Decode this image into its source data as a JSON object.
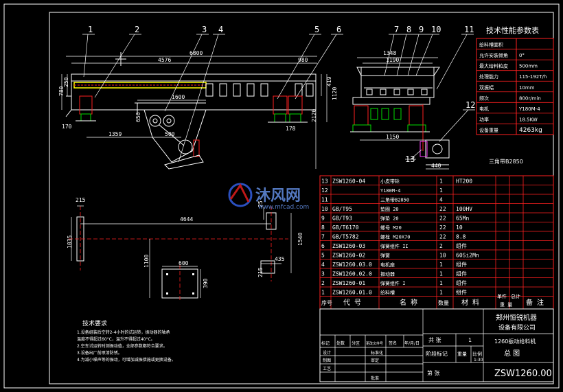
{
  "balloons": [
    "1",
    "2",
    "3",
    "4",
    "5",
    "6",
    "7",
    "8",
    "9",
    "10",
    "11",
    "12",
    "13"
  ],
  "dims": {
    "top_total": "6800",
    "top_span": "4576",
    "top_right": "980",
    "left_h1": "780",
    "left_h2": "250",
    "mid_1600": "1600",
    "lower_1359": "1359",
    "lower_500": "500",
    "lower_170": "170",
    "mid_656": "656",
    "right_178": "178",
    "right_2120": "2120",
    "right_419": "419",
    "right_1120": "1120",
    "side_1348": "1348",
    "side_1190": "1190",
    "side_1150": "1150",
    "motor_440": "440",
    "plan_215a": "215",
    "plan_1035": "1035",
    "plan_4644": "4644",
    "plan_25": "25",
    "plan_1540": "1540",
    "plan_1100": "1100",
    "plan_600": "600",
    "plan_390": "390",
    "plan_435": "435",
    "plan_215b": "215"
  },
  "belt_note": "三角带B2850",
  "tech_table": {
    "title": "技术性能参数表",
    "rows": [
      {
        "k": "给料槽面积",
        "v": ""
      },
      {
        "k": "允许安装倾角",
        "v": "0°"
      },
      {
        "k": "最大给料粒度",
        "v": "500mm"
      },
      {
        "k": "处理能力",
        "v": "115-192T/h"
      },
      {
        "k": "双振幅",
        "v": "10mm"
      },
      {
        "k": "频次",
        "v": "800r/min"
      },
      {
        "k": "电机",
        "v": "Y180M-4"
      },
      {
        "k": "功率",
        "v": "18.5KW"
      },
      {
        "k": "设备重量",
        "v": "4263kg"
      }
    ]
  },
  "bom": {
    "rows": [
      {
        "no": "13",
        "code": "ZSW1260-04",
        "name": "小皮带轮",
        "qty": "1",
        "mat": "HT200"
      },
      {
        "no": "12",
        "code": "",
        "name": "Y180M-4",
        "qty": "1",
        "mat": ""
      },
      {
        "no": "11",
        "code": "",
        "name": "三角带B2850",
        "qty": "4",
        "mat": ""
      },
      {
        "no": "10",
        "code": "GB/T95",
        "name": "垫圈 20",
        "qty": "22",
        "mat": "100HV"
      },
      {
        "no": "9",
        "code": "GB/T93",
        "name": "弹垫 20",
        "qty": "22",
        "mat": "65Mn"
      },
      {
        "no": "8",
        "code": "GB/T6170",
        "name": "螺母 M20",
        "qty": "22",
        "mat": "10"
      },
      {
        "no": "7",
        "code": "GB/T5782",
        "name": "螺栓 M20X70",
        "qty": "22",
        "mat": "8.8"
      },
      {
        "no": "6",
        "code": "ZSW1260-03",
        "name": "弹簧组件 II",
        "qty": "2",
        "mat": "组件"
      },
      {
        "no": "5",
        "code": "ZSW1260-02",
        "name": "弹簧",
        "qty": "10",
        "mat": "60Si2Mn"
      },
      {
        "no": "4",
        "code": "ZSW1260.03.0",
        "name": "电机座",
        "qty": "1",
        "mat": "组件"
      },
      {
        "no": "3",
        "code": "ZSW1260.02.0",
        "name": "振动器",
        "qty": "1",
        "mat": "组件"
      },
      {
        "no": "2",
        "code": "ZSW1260-01",
        "name": "弹簧组件 I",
        "qty": "1",
        "mat": "组件"
      },
      {
        "no": "1",
        "code": "ZSW1260.01.0",
        "name": "给料槽",
        "qty": "1",
        "mat": "组件"
      }
    ],
    "header": {
      "no": "序号",
      "code": "代  号",
      "name": "名  称",
      "qty": "数量",
      "mat": "材  料",
      "unit": "单件",
      "total": "总计",
      "weight": "重  量",
      "remark": "备 注"
    }
  },
  "title_block": {
    "company1": "郑州恒锐机器",
    "company2": "设备有限公司",
    "mark": "标记",
    "count": "处数",
    "zone": "分区",
    "change_doc": "更改文件号",
    "sign": "签名",
    "date": "年/月/日",
    "design": "设计",
    "standard": "标准化",
    "draw": "制图",
    "review": "审定",
    "craft": "工艺",
    "approve": "批准",
    "stage": "阶段标记",
    "weight": "重量",
    "scale": "比例",
    "scale_v": "1:30",
    "sheet_a": "共  张",
    "sheet_b": "第  张",
    "qty_v": "1",
    "product": "1260振动给料机",
    "drawing_name": "总  图",
    "drawing_no": "ZSW1260.00"
  },
  "notes": {
    "title": "技术要求",
    "items": [
      "1.设备组装后空转2-4小时的试运转，振动器的轴承",
      "   温度不得超过60°C，温升不得超过40°C。",
      "2.空车试运转时测振动值，全部参数都符合要求。",
      "3.设备出厂前喷漆防锈。",
      "4.为减小噪声等的振动，可增加减振措施或更换设备。"
    ]
  },
  "watermark": {
    "brand": "沐风网",
    "url": "www.mfcad.com"
  },
  "colors": {
    "bg": "#000000",
    "white": "#ffffff",
    "red": "#ff2020",
    "green": "#00e000",
    "yellow": "#ffff00",
    "cyan": "#00ffff",
    "magenta": "#ff40ff",
    "blue": "#3a6bff"
  }
}
